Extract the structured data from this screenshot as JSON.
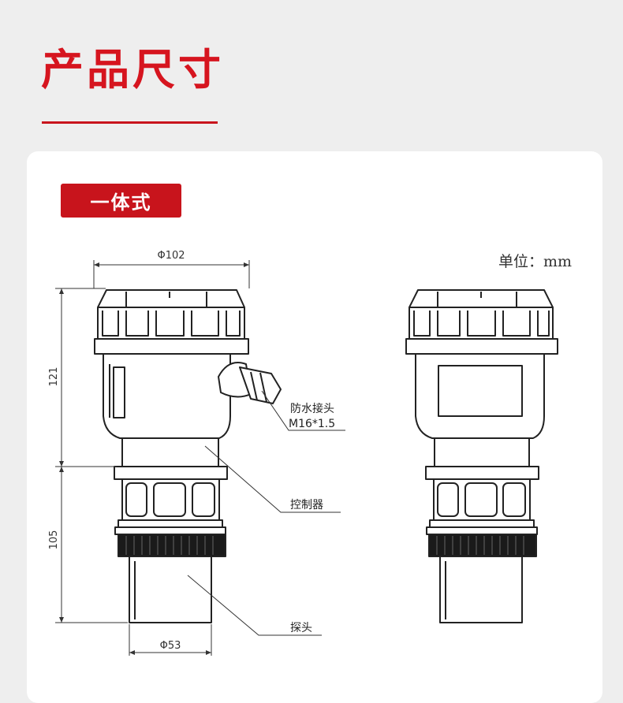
{
  "header": {
    "title": "产品尺寸"
  },
  "section": {
    "badge": "一体式",
    "unit": "单位：mm"
  },
  "dimensions": {
    "top_width": "Φ102",
    "upper_height": "121",
    "lower_height": "105",
    "probe_width": "Φ53"
  },
  "callouts": {
    "waterproof_line1": "防水接头",
    "waterproof_line2": "M16*1.5",
    "controller": "控制器",
    "probe": "探头"
  },
  "colors": {
    "accent": "#d6151f",
    "badge": "#c8141c",
    "background": "#eeeeee"
  }
}
